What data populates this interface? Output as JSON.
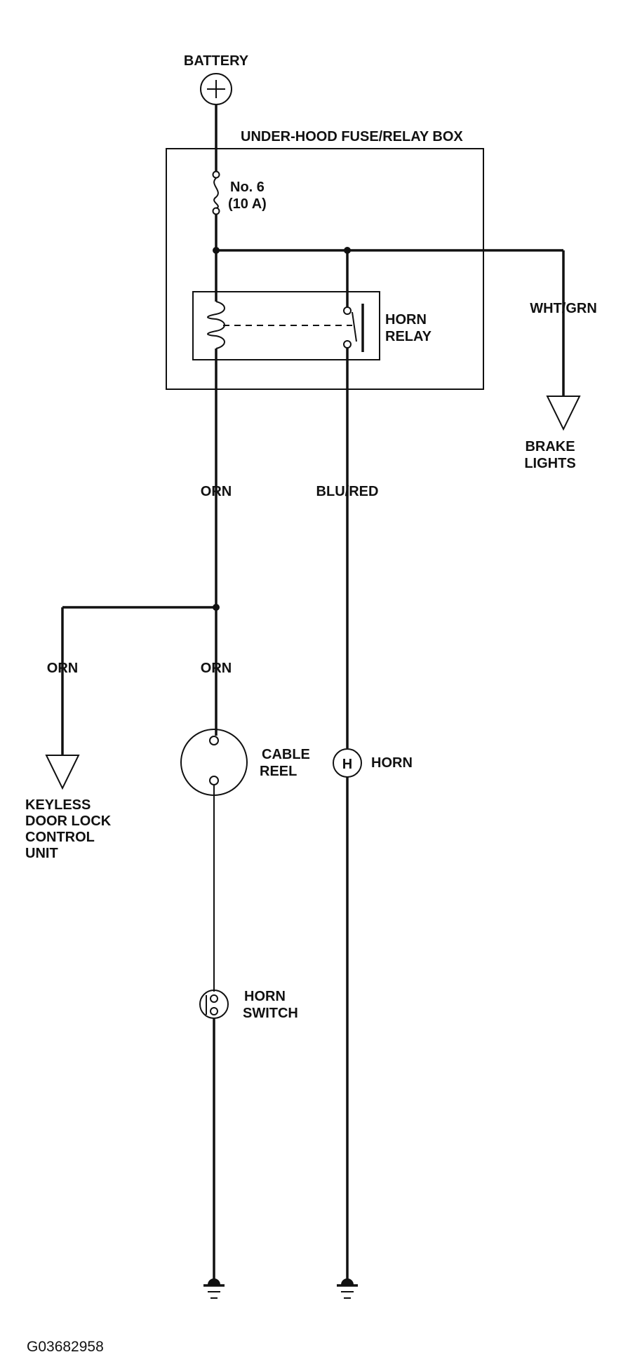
{
  "labels": {
    "battery": "BATTERY",
    "fuse_box": "UNDER-HOOD FUSE/RELAY BOX",
    "fuse_number": "No. 6",
    "fuse_rating": "(10 A)",
    "relay_line1": "HORN",
    "relay_line2": "RELAY",
    "wire_wht_grn": "WHT/GRN",
    "brake_line1": "BRAKE",
    "brake_line2": "LIGHTS",
    "wire_orn_main": "ORN",
    "wire_blu_red": "BLU/RED",
    "wire_orn_left": "ORN",
    "wire_orn_center": "ORN",
    "keyless_line1": "KEYLESS",
    "keyless_line2": "DOOR LOCK",
    "keyless_line3": "CONTROL",
    "keyless_line4": "UNIT",
    "cable_reel_line1": "CABLE",
    "cable_reel_line2": "REEL",
    "horn_symbol": "H",
    "horn": "HORN",
    "horn_switch_line1": "HORN",
    "horn_switch_line2": "SWITCH",
    "figure_code": "G03682958"
  }
}
